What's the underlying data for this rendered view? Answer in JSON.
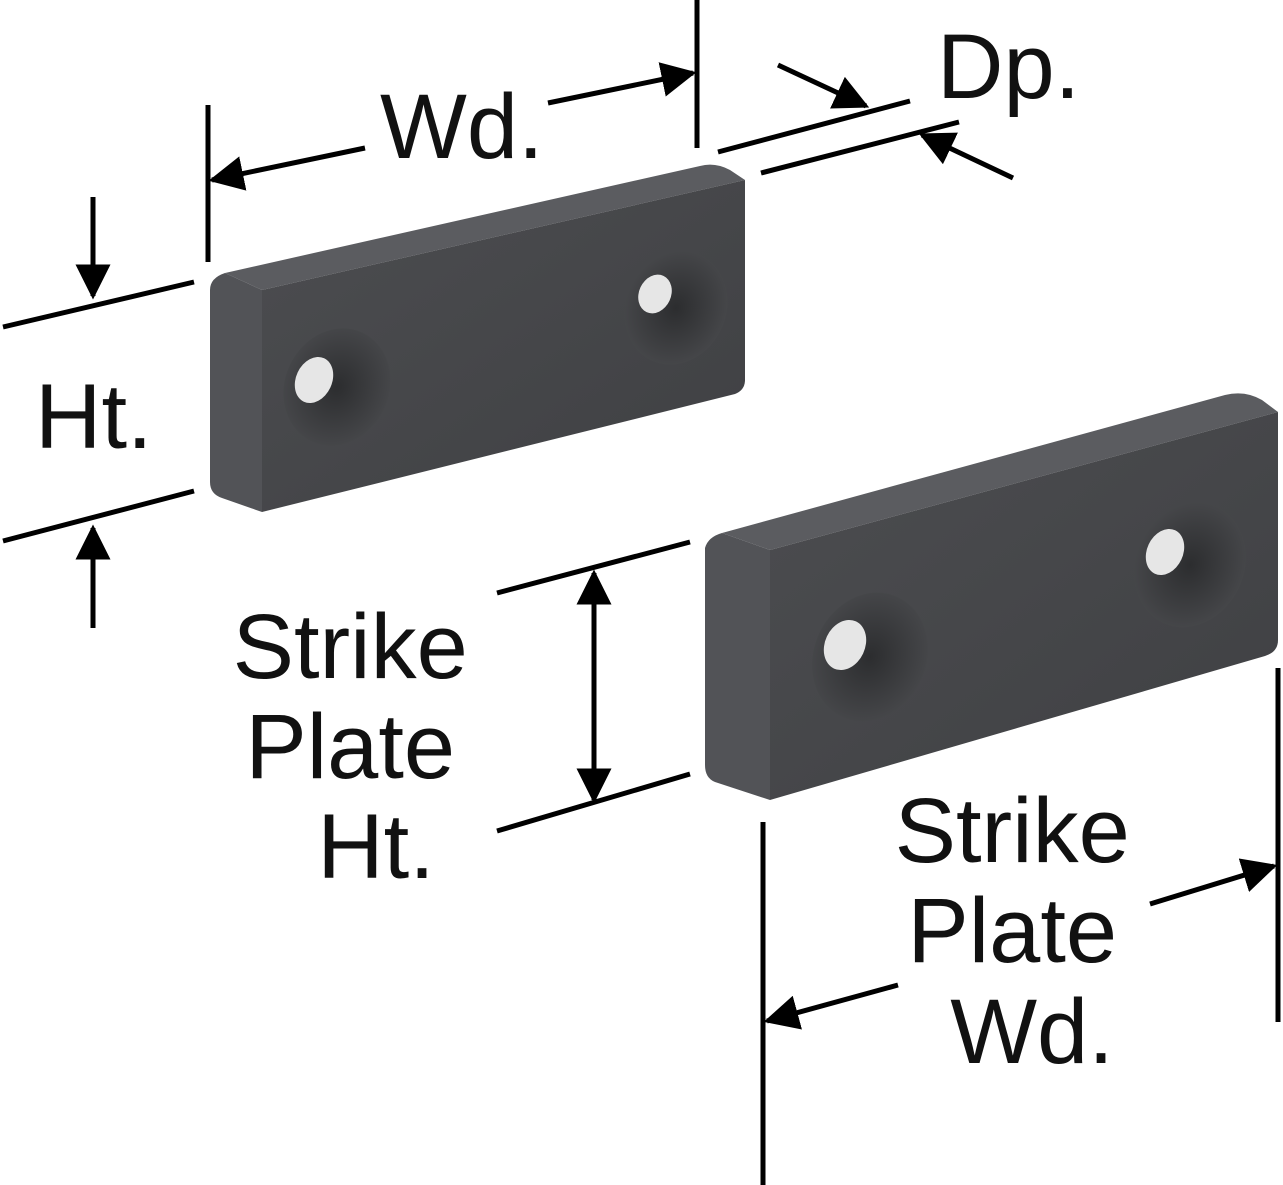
{
  "labels": {
    "width": "Wd.",
    "depth": "Dp.",
    "height": "Ht.",
    "strike_height": [
      "Strike",
      "Plate",
      "Ht."
    ],
    "strike_width": [
      "Strike",
      "Plate",
      "Wd."
    ]
  },
  "colors": {
    "plate_face": "#46474a",
    "plate_top": "#5f6064",
    "plate_side": "#2e2f31",
    "hole": "#3a3b3e",
    "hole_inner": "#e8e8e8",
    "line": "#000000"
  }
}
